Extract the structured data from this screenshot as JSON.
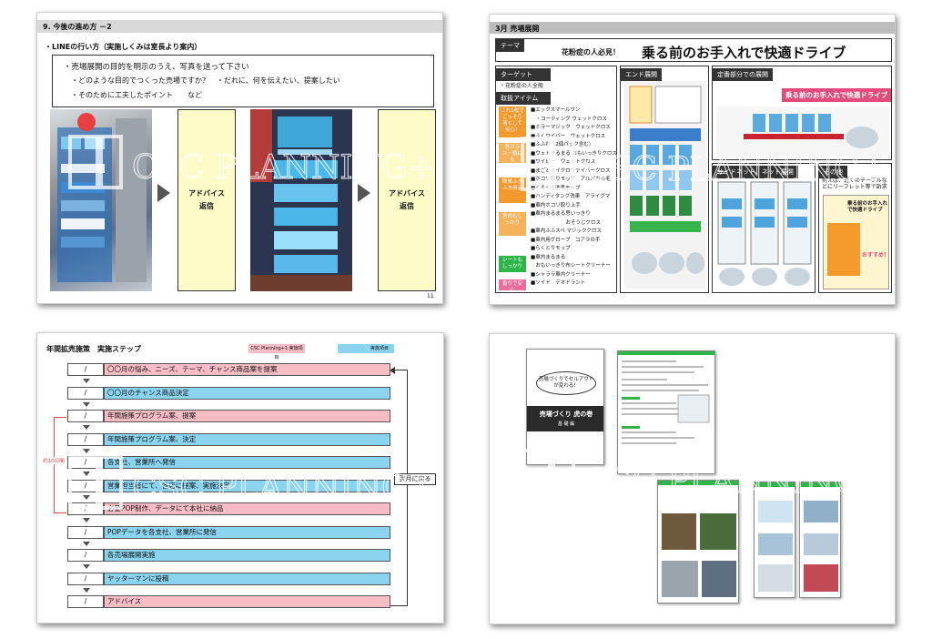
{
  "watermark": {
    "text": "CSC PLANNING+1"
  },
  "slide1": {
    "header": "9. 今後の進め方 －2",
    "subtitle": "・LINEの行い方（実施しくみは室長より案内）",
    "lines": [
      "・売場展開の目的を明示のうえ、写真を送って下さい",
      "・どのような目的でつくった売場ですか？　・だれに、何を伝えたい、提案したい",
      "・そのために工夫したポイント　　など"
    ],
    "box1": [
      "アドバイス",
      "返信"
    ],
    "box2": [
      "アドバイス",
      "返信"
    ],
    "page_num": "11"
  },
  "slide2": {
    "header": "3月 売場展開",
    "theme_tag": "テーマ",
    "theme_small": "花粉症の人必見！",
    "theme_big": "乗る前のお手入れで快適ドライブ",
    "target_tag": "ターゲット",
    "target_text": "・花粉症の人全般",
    "items_tag": "取扱アイテム",
    "categories": [
      {
        "label": "これ1枚でごっそり落として安心！",
        "color": "#f29a2e"
      },
      {
        "label": "窓ガラス・鏡にも",
        "color": "#f4b25a"
      },
      {
        "label": "簡単ふきふき用品",
        "color": "#f29a2e"
      },
      {
        "label": "室内もしっかり",
        "color": "#f4b25a"
      },
      {
        "label": "シートもしっかり",
        "color": "#2fb44a"
      },
      {
        "label": "香りで安心",
        "color": "#ec6d9c"
      }
    ],
    "item_lines": [
      "■エックスマールワン",
      "　・コーティング ウェットクロス",
      "■ミラーマジック　ウェットクロス",
      "■ふくワイパー　ウェットクロス",
      "■ふふわ（2個パック含む）",
      "■ウェドまるまる おもいっきりクロス",
      "■ワイピー　ウェットクロス",
      "■まごとマイクロファイバークロス",
      "■ホコリ取りモップ　アルパカの毛",
      "■くるくる洗車モップ",
      "■ハンディタング洗車　アライグマ",
      "■車内ホコリ取り上手",
      "■車内まるまる思いっきり",
      "　　　　　　　おそうじクロス",
      "■車内ふふスペ マジッククロス",
      "■車内用グローブ　コアラの手",
      "■らくとりモップ",
      "■車内まるまる",
      "　おもいっきり布シートクリーナー",
      "■シャララ車内クリーナー",
      "■ソイド　デオドラント"
    ],
    "end_tag": "エンド展開",
    "shelf_tag": "定番部分での展開",
    "side_tag": "サイドネット、ネット展開",
    "other_tag": "その他",
    "other_text": "例えば、近くのテーブルなどにリーフレット等で訴求",
    "poster_text": "乗る前のお手入れで快適ドライブ",
    "osusume": "おすすめ！"
  },
  "slide3": {
    "header": "年間拡売施策　実施ステップ",
    "legend_pink": "CSC Planning+1 実施項目",
    "legend_blue": "実施項目",
    "steps": [
      {
        "num": "/",
        "label": "〇〇月の悩み、ニーズ、テーマ、チャンス商品案を提案",
        "color": "pink"
      },
      {
        "num": "/",
        "label": "〇〇月のチャンス商品決定",
        "color": "blue"
      },
      {
        "num": "/",
        "label": "年間施策プログラム案、提案",
        "color": "pink"
      },
      {
        "num": "/",
        "label": "年間施策プログラム案、決定",
        "color": "blue"
      },
      {
        "num": "/",
        "label": "各支社、営業所へ発信",
        "color": "blue"
      },
      {
        "num": "/",
        "label": "営業担当者にて、各店に提案、実施決定",
        "color": "blue"
      },
      {
        "num": "/",
        "label": "必要POP制作、データにて本社に納品",
        "color": "pink"
      },
      {
        "num": "/",
        "label": "POPデータを各支社、営業所に発信",
        "color": "blue"
      },
      {
        "num": "/",
        "label": "各売場展開実施",
        "color": "blue"
      },
      {
        "num": "/",
        "label": "ヤッターマンに投稿",
        "color": "blue"
      },
      {
        "num": "/",
        "label": "アドバイス",
        "color": "pink"
      }
    ],
    "side_note": "約10日間",
    "return_label": "翌月に戻る"
  },
  "slide4": {
    "bubble": "売場づくりでセルアウトが変わる！",
    "cover_title": "売場づくり 虎の巻",
    "cover_sub": "基 礎 編"
  }
}
